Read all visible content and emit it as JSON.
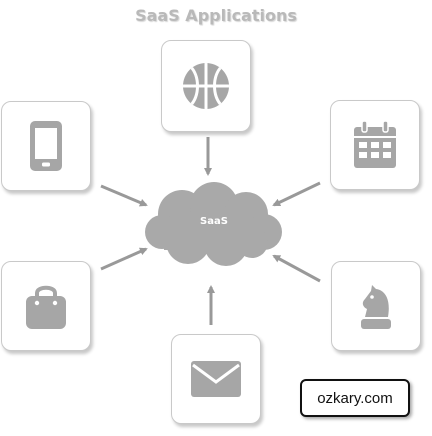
{
  "title": "SaaS Applications",
  "center": {
    "label": "SaaS"
  },
  "watermark": "ozkary.com",
  "apps": [
    {
      "icon": "basketball-icon"
    },
    {
      "icon": "smartphone-icon"
    },
    {
      "icon": "calendar-icon"
    },
    {
      "icon": "shopping-bag-icon"
    },
    {
      "icon": "chess-knight-icon"
    },
    {
      "icon": "envelope-icon"
    }
  ],
  "colors": {
    "icon": "#a6a6a6",
    "cloud": "#a9a9a9",
    "arrow": "#999999",
    "title": "#b9b9b9"
  }
}
